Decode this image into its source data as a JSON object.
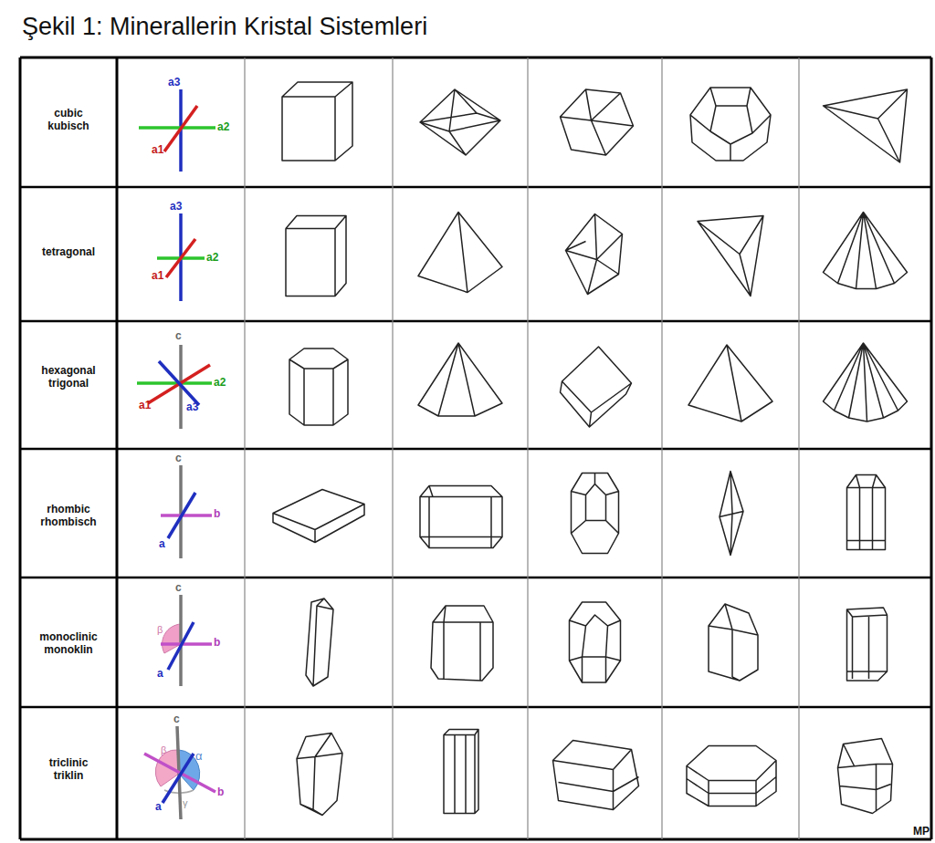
{
  "diagram": {
    "title": "Şekil 1: Minerallerin Kristal Sistemleri",
    "labels": [
      "cubic",
      "kubisch",
      "a3",
      "a2",
      "a1",
      "tetragonal",
      "a3",
      "a2",
      "a1",
      "hexagonal",
      "trigonal",
      "c",
      "a2",
      "a1",
      "a3",
      "rhombic",
      "rhombisch",
      "c",
      "b",
      "a",
      "monoclinic",
      "monoklin",
      "c",
      "β",
      "b",
      "a",
      "triclinic",
      "triklin",
      "c",
      "β",
      "α",
      "b",
      "a",
      "γ",
      "MP"
    ]
  }
}
